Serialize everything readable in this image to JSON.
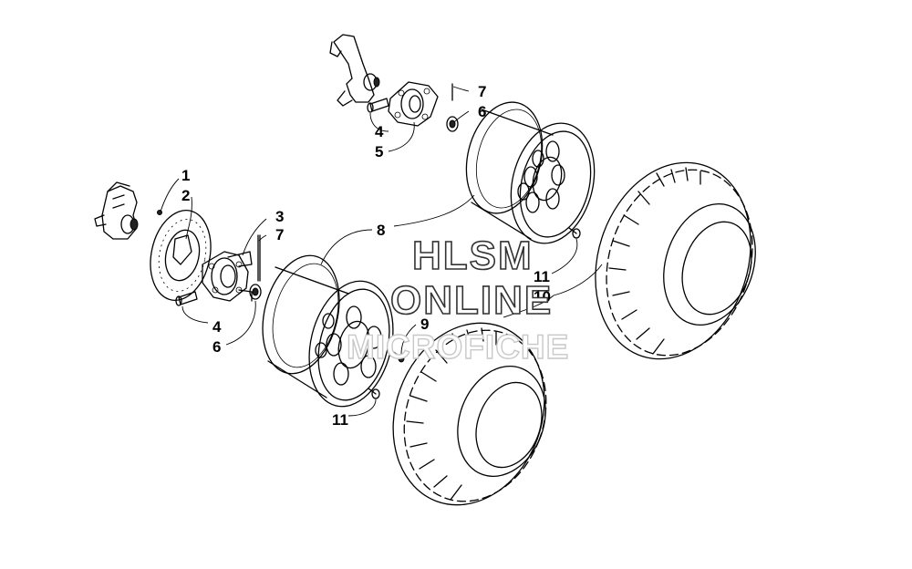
{
  "diagram": {
    "callouts": {
      "c1": "1",
      "c2": "2",
      "c3": "3",
      "c7a": "7",
      "c4a": "4",
      "c6a": "6",
      "c7b": "7",
      "c6b": "6",
      "c4b": "4",
      "c5": "5",
      "c8": "8",
      "c9": "9",
      "c11a": "11",
      "c11b": "11",
      "c10": "10"
    }
  },
  "watermark": {
    "line1": "HLSM",
    "line2": "ONLINE",
    "line3": "MICROFICHE"
  }
}
